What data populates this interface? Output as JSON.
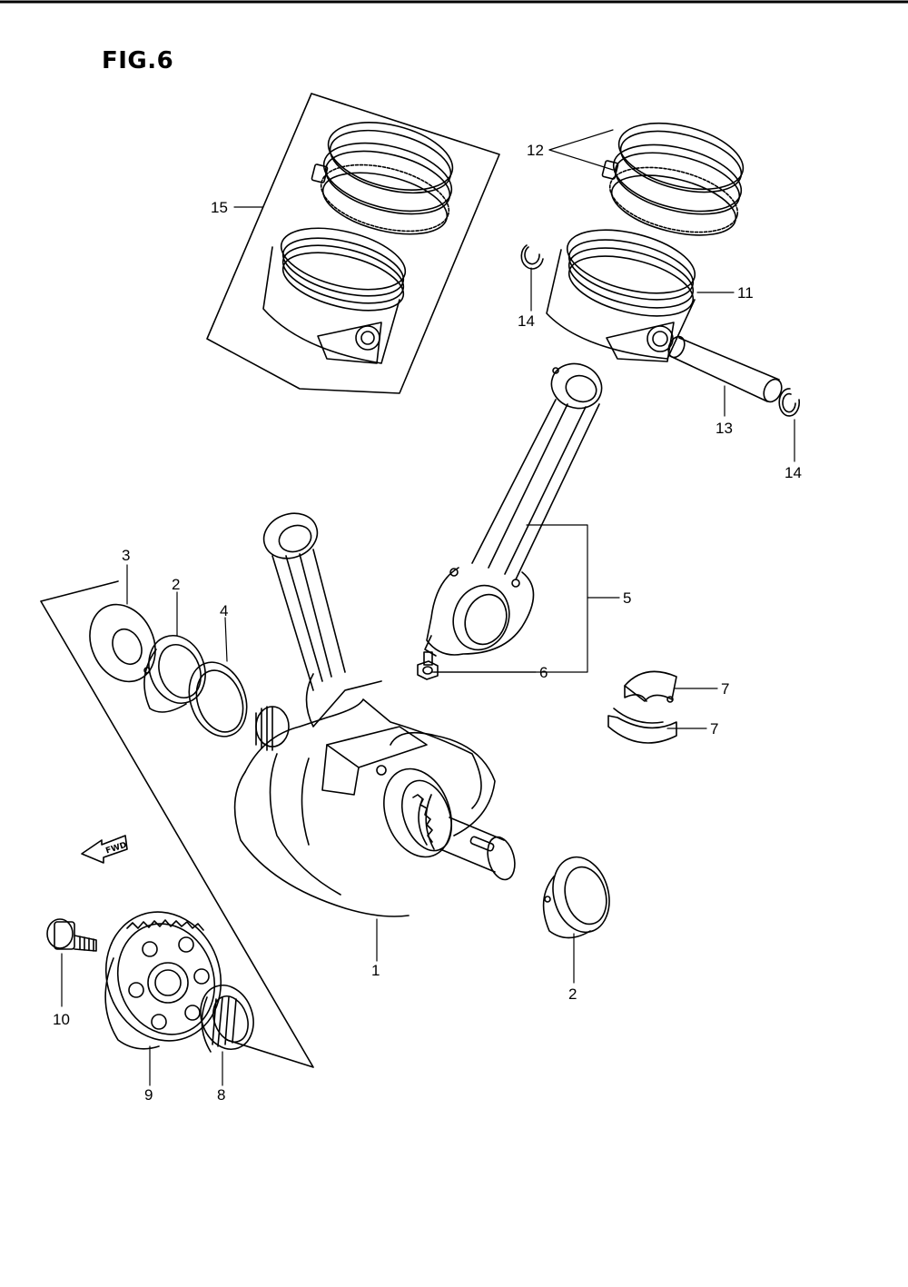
{
  "figure": {
    "title": "FIG.6",
    "fwd_label": "FWD"
  },
  "callouts": [
    {
      "id": "c1",
      "label": "1"
    },
    {
      "id": "c2a",
      "label": "2"
    },
    {
      "id": "c2b",
      "label": "2"
    },
    {
      "id": "c3",
      "label": "3"
    },
    {
      "id": "c4",
      "label": "4"
    },
    {
      "id": "c5",
      "label": "5"
    },
    {
      "id": "c6",
      "label": "6"
    },
    {
      "id": "c7a",
      "label": "7"
    },
    {
      "id": "c7b",
      "label": "7"
    },
    {
      "id": "c8",
      "label": "8"
    },
    {
      "id": "c9",
      "label": "9"
    },
    {
      "id": "c10",
      "label": "10"
    },
    {
      "id": "c11",
      "label": "11"
    },
    {
      "id": "c12",
      "label": "12"
    },
    {
      "id": "c13",
      "label": "13"
    },
    {
      "id": "c14a",
      "label": "14"
    },
    {
      "id": "c14b",
      "label": "14"
    },
    {
      "id": "c15",
      "label": "15"
    }
  ]
}
